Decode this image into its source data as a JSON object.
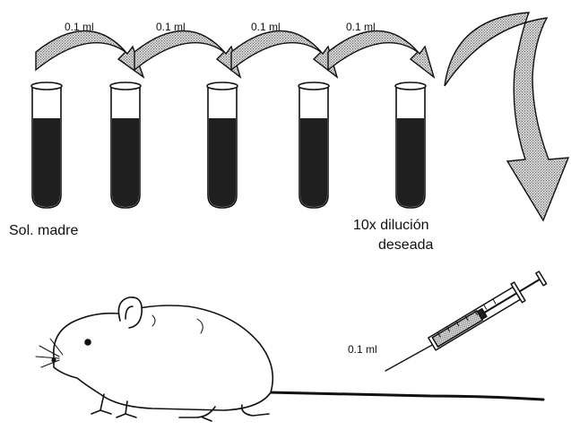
{
  "transfer_labels": [
    "0.1 ml",
    "0.1 ml",
    "0.1 ml",
    "0.1 ml"
  ],
  "stock_label": "Sol. madre",
  "dilution_label_line1": "10x dilución",
  "dilution_label_line2": "deseada",
  "injection_volume": "0.1 ml",
  "tube_count": 5,
  "colors": {
    "liquid": "#1f1f1f",
    "arrow_fill": "#bdbdbd",
    "outline": "#111111"
  },
  "icons": [
    "test-tube-icon",
    "curved-arrow-icon",
    "syringe-icon",
    "mouse-illustration"
  ]
}
